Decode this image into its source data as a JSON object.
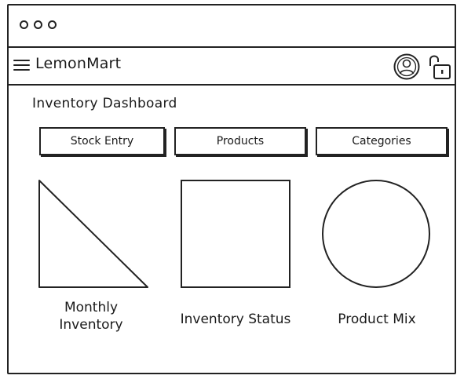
{
  "app": {
    "title": "LemonMart"
  },
  "page": {
    "title": "Inventory Dashboard"
  },
  "tabs": [
    {
      "label": "Stock Entry"
    },
    {
      "label": "Products"
    },
    {
      "label": "Categories"
    }
  ],
  "widgets": [
    {
      "caption_line1": "Monthly",
      "caption_line2": "Inventory",
      "shape": "triangle"
    },
    {
      "caption": "Inventory Status",
      "shape": "square"
    },
    {
      "caption": "Product Mix",
      "shape": "circle"
    }
  ],
  "icons": {
    "menu": "hamburger-icon",
    "user": "avatar-icon",
    "lock": "unlocked-padlock-icon"
  }
}
